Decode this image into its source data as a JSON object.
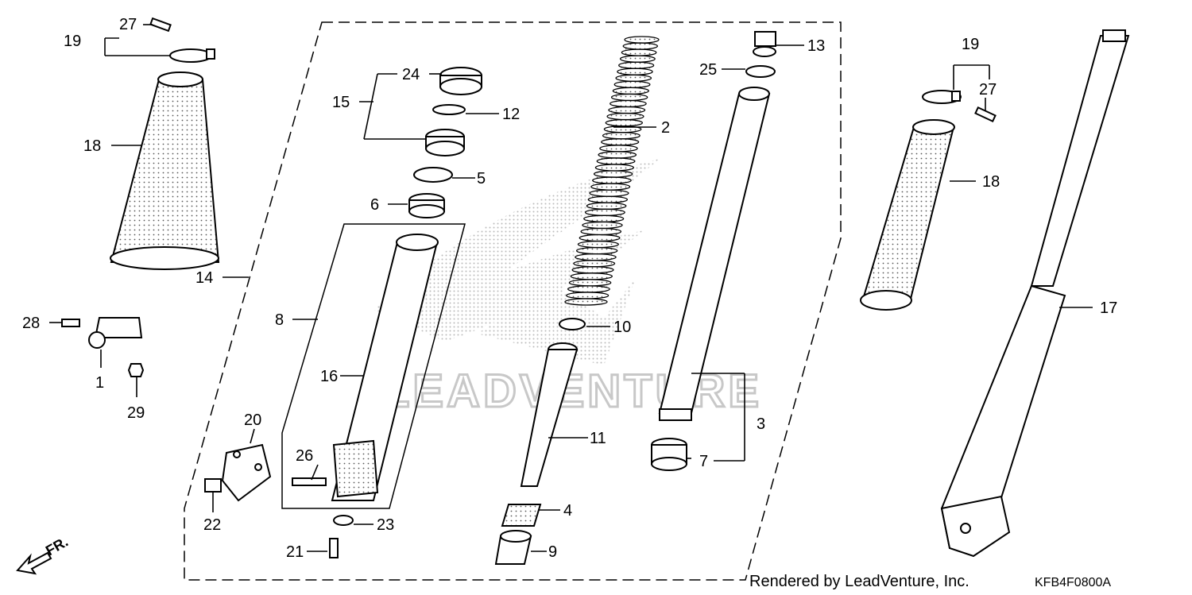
{
  "diagram": {
    "footer_text": "Rendered by LeadVenture, Inc.",
    "diagram_code": "KFB4F0800A",
    "direction_label": "FR.",
    "watermark_text": "LEADVENTURE",
    "callouts": {
      "c1": "1",
      "c2": "2",
      "c3": "3",
      "c4": "4",
      "c5": "5",
      "c6": "6",
      "c7": "7",
      "c8": "8",
      "c9": "9",
      "c10": "10",
      "c11": "11",
      "c12": "12",
      "c13": "13",
      "c14": "14",
      "c15": "15",
      "c16": "16",
      "c17": "17",
      "c18": "18",
      "c19": "19",
      "c20": "20",
      "c21": "21",
      "c22": "22",
      "c23": "23",
      "c24": "24",
      "c25": "25",
      "c26": "26",
      "c27": "27",
      "c28": "28",
      "c29": "29"
    }
  }
}
